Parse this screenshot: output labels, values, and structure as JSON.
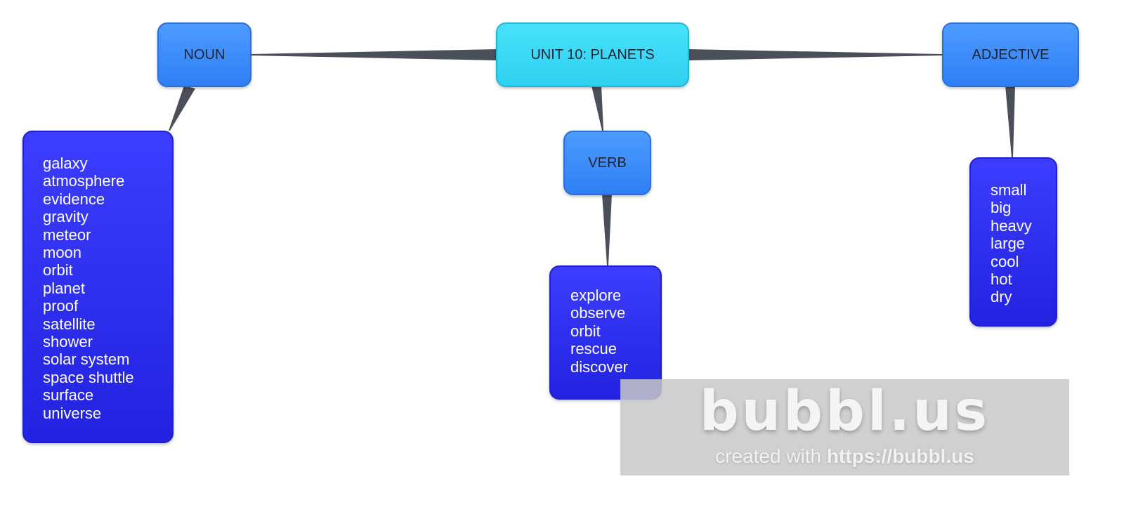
{
  "root": {
    "label": "UNIT 10: PLANETS"
  },
  "categories": {
    "noun": {
      "label": "NOUN",
      "items": [
        "galaxy",
        "atmosphere",
        "evidence",
        "gravity",
        "meteor",
        "moon",
        "orbit",
        "planet",
        "proof",
        "satellite",
        "shower",
        "solar system",
        "space shuttle",
        "surface",
        "universe"
      ]
    },
    "verb": {
      "label": "VERB",
      "items": [
        "explore",
        "observe",
        "orbit",
        "rescue",
        "discover"
      ]
    },
    "adjective": {
      "label": "ADJECTIVE",
      "items": [
        "small",
        "big",
        "heavy",
        "large",
        "cool",
        "hot",
        "dry"
      ]
    }
  },
  "watermark": {
    "logo": "bubbl.us",
    "prefix": "created with",
    "url": "https://bubbl.us"
  },
  "colors": {
    "root": "#3fdcf7",
    "category": "#3d8cfa",
    "list": "#3030f0",
    "connector": "#4a4f5a"
  }
}
